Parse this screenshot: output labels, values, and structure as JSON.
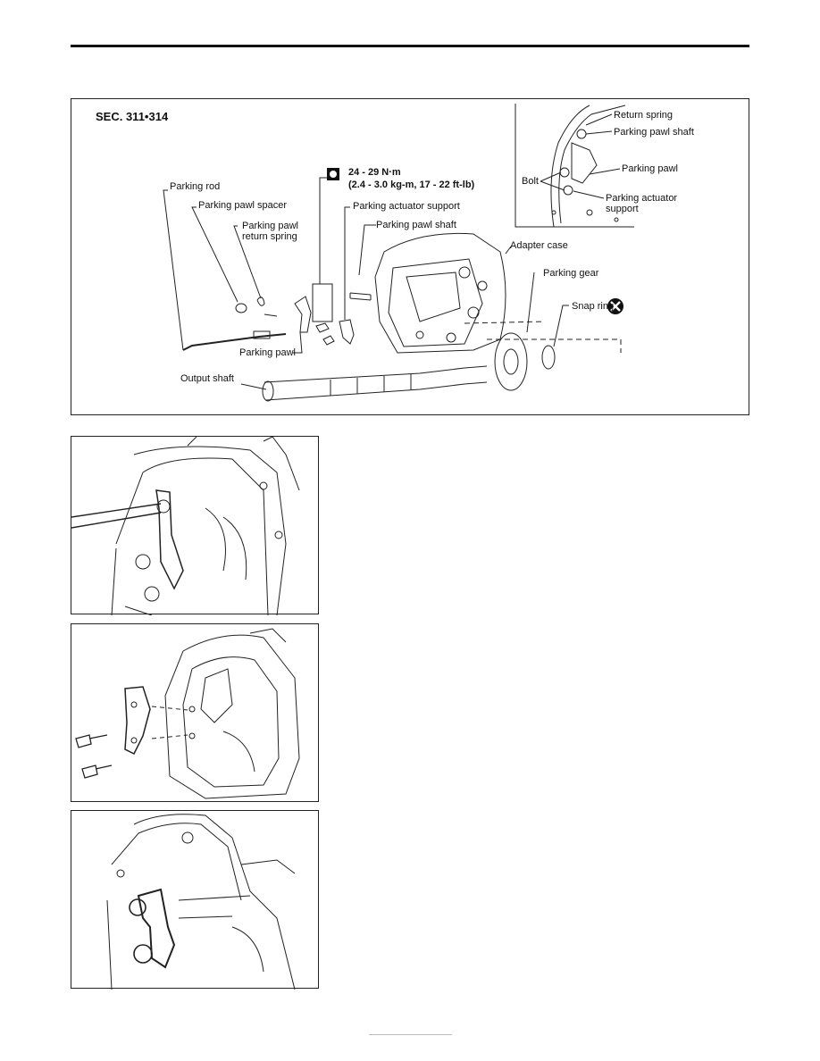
{
  "figure": {
    "section_label": "SEC. 311•314",
    "torque_line1": "24 - 29 N·m",
    "torque_line2": "(2.4 - 3.0 kg-m, 17 - 22 ft-lb)",
    "callouts": {
      "parking_rod": "Parking rod",
      "parking_pawl_spacer": "Parking pawl spacer",
      "return_spring_l1": "Parking pawl",
      "return_spring_l2": "return spring",
      "parking_actuator_support": "Parking actuator support",
      "parking_pawl_shaft": "Parking pawl shaft",
      "adapter_case": "Adapter case",
      "parking_gear": "Parking gear",
      "snap_ring": "Snap ring",
      "parking_pawl": "Parking pawl",
      "output_shaft": "Output shaft"
    },
    "inset": {
      "return_spring": "Return spring",
      "parking_pawl_shaft": "Parking pawl shaft",
      "parking_pawl": "Parking pawl",
      "bolt": "Bolt",
      "parking_actuator_l1": "Parking actuator",
      "parking_actuator_l2": "support"
    }
  },
  "icons": [
    "torque-wrench-icon",
    "do-not-reuse-icon"
  ]
}
